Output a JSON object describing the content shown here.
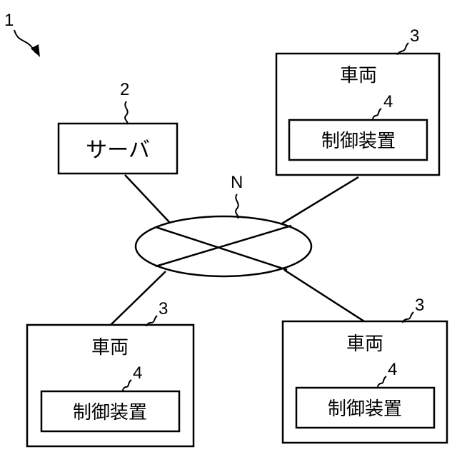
{
  "figure_ref": "1",
  "server": {
    "label": "サーバ",
    "ref": "2"
  },
  "network": {
    "ref": "N"
  },
  "vehicles": [
    {
      "label": "車両",
      "ref": "3",
      "device": {
        "label": "制御装置",
        "ref": "4"
      }
    },
    {
      "label": "車両",
      "ref": "3",
      "device": {
        "label": "制御装置",
        "ref": "4"
      }
    },
    {
      "label": "車両",
      "ref": "3",
      "device": {
        "label": "制御装置",
        "ref": "4"
      }
    }
  ]
}
